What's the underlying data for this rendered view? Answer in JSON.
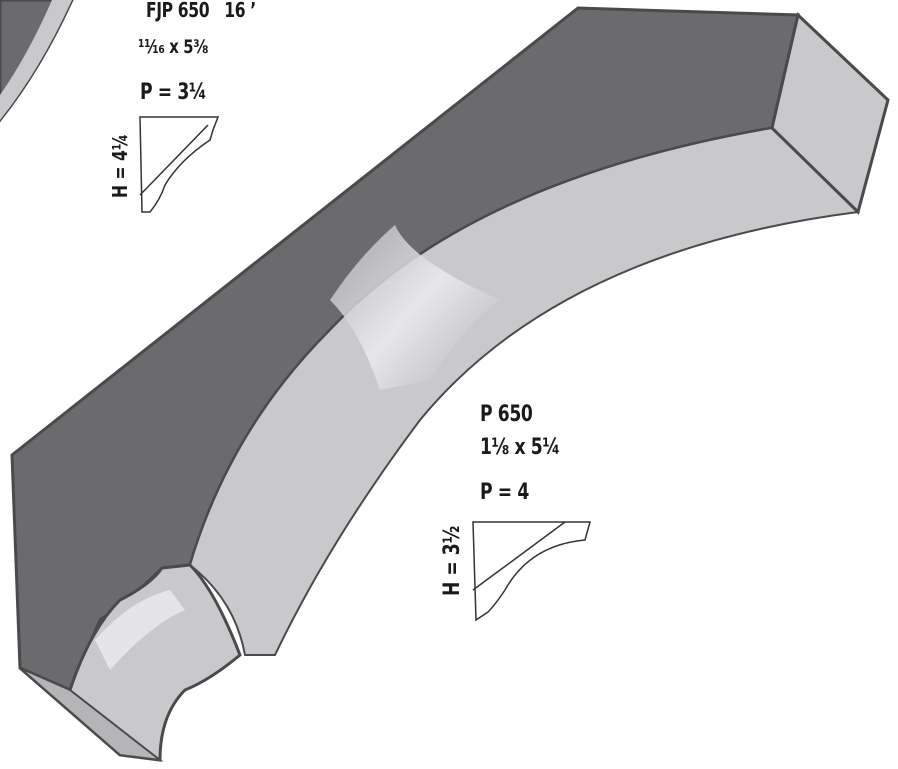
{
  "colors": {
    "background": "#ffffff",
    "dark_face": "#6b6b6d",
    "light_face": "#c9c9cb",
    "highlight": "#e8e8ea",
    "outline": "#4a4a4c"
  },
  "product_top": {
    "code": "FJP 650   16 ’",
    "size": "¹¹⁄₁₆ x 5⅜",
    "projection": "P = 3¼",
    "height": "H = 4¼"
  },
  "product_bottom": {
    "code": "P 650",
    "size": "1⅛ x 5¼",
    "projection": "P = 4",
    "height": "H = 3½"
  }
}
